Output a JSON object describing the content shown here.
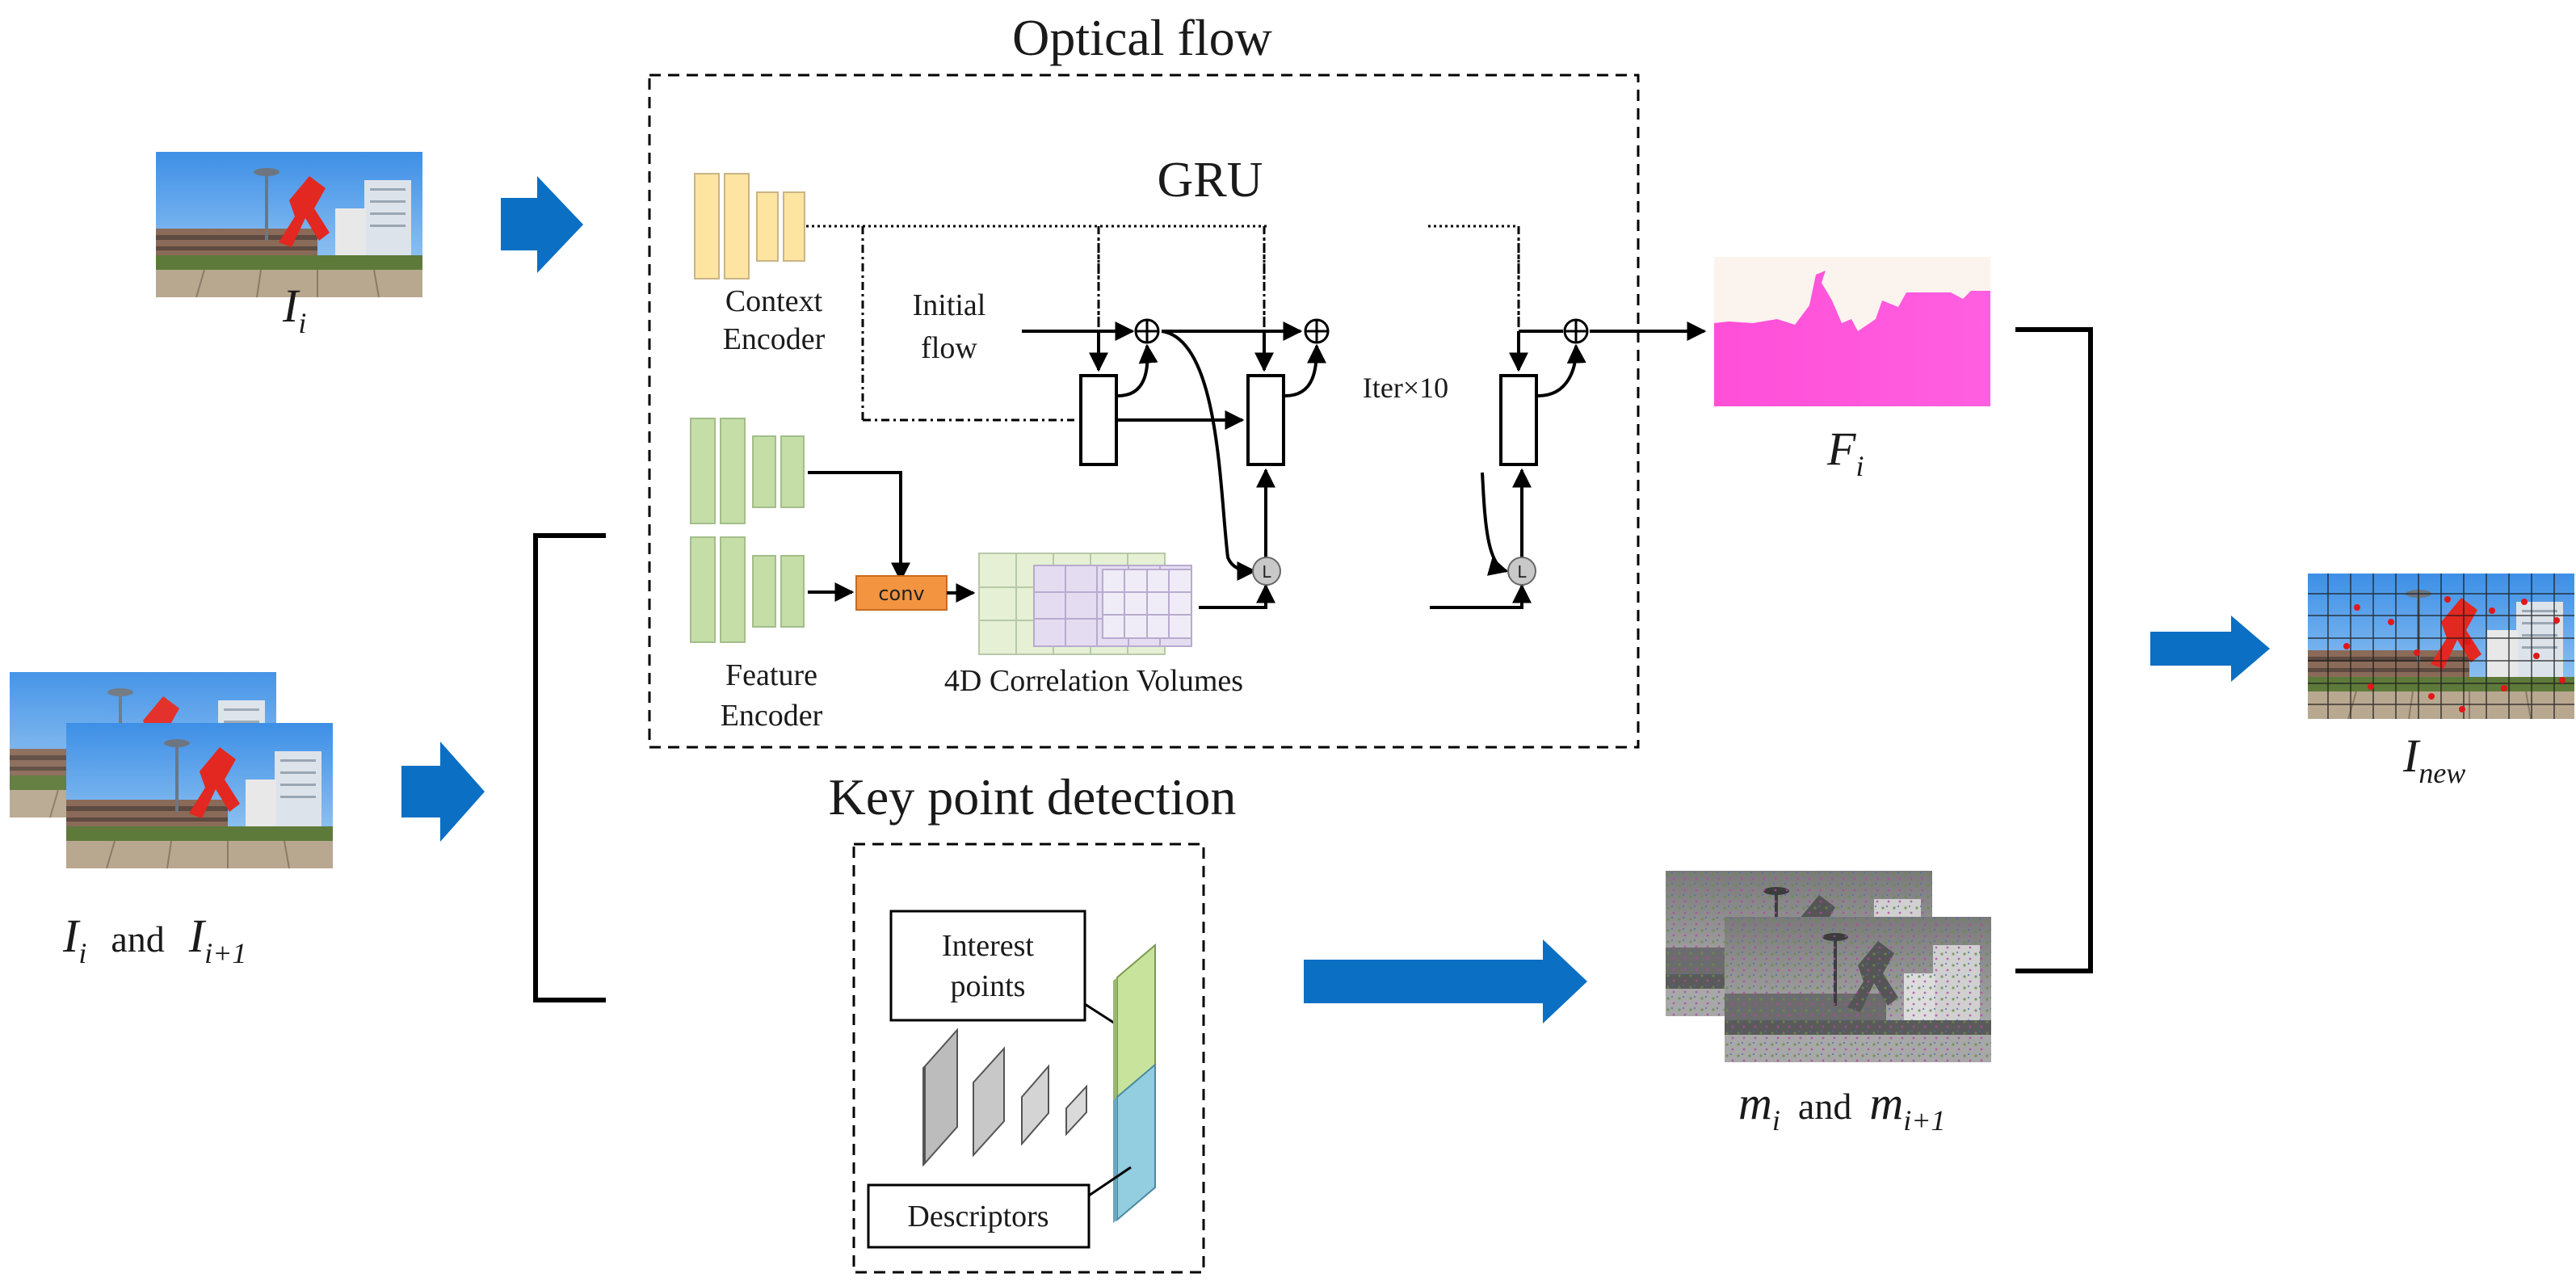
{
  "optical_flow": {
    "title": "Optical flow",
    "gru_label": "GRU",
    "context_encoder": [
      "Context",
      "Encoder"
    ],
    "feature_encoder": [
      "Feature",
      "Encoder"
    ],
    "initial_flow": [
      "Initial",
      "flow"
    ],
    "iter_label": "Iter×10",
    "conv_label": "conv",
    "correlation_label": "4D Correlation Volumes",
    "lookup_label": "L"
  },
  "keypoint": {
    "title": "Key point detection",
    "interest_points": [
      "Interest",
      "points"
    ],
    "descriptors": "Descriptors"
  },
  "math": {
    "I": "I",
    "F": "F",
    "m": "m",
    "sub_i": "i",
    "sub_i1": "i+1",
    "sub_new": "new",
    "and": "and"
  },
  "colors": {
    "arrow_blue": "#0b6fc4",
    "context_yellow": "#fde4a0",
    "feature_green": "#c5dea8",
    "conv_orange": "#f39440",
    "corr_purple": "#e4dcf0",
    "flow_magenta": "#ff3ed8",
    "interest_green": "#c8e39b",
    "descriptor_blue": "#92cde0"
  }
}
